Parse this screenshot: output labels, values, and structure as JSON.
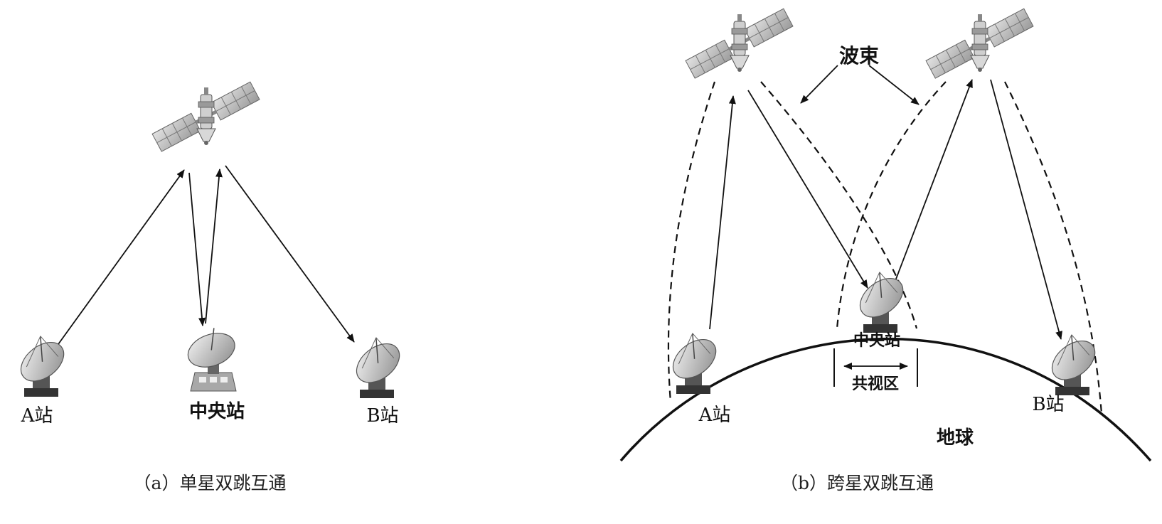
{
  "panel_a": {
    "caption": "（a）单星双跳互通",
    "station_a": "A站",
    "station_center": "中央站",
    "station_b": "B站"
  },
  "panel_b": {
    "caption": "（b）跨星双跳互通",
    "beam_label": "波束",
    "station_a": "A站",
    "station_center": "中央站",
    "station_b": "B站",
    "common_view": "共视区",
    "earth": "地球"
  }
}
